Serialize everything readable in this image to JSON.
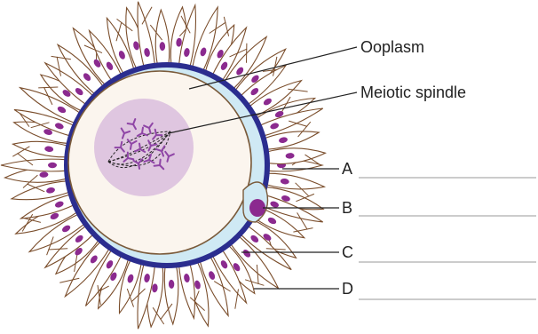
{
  "labels": {
    "ooplasm": "Ooplasm",
    "meiotic_spindle": "Meiotic spindle",
    "a": "A",
    "b": "B",
    "c": "C",
    "d": "D"
  },
  "colors": {
    "cell_outline": "#2b2d8f",
    "zona": "#cfe9f4",
    "ooplasm_fill": "#fbf5ee",
    "nucleus_region": "#ddc3de",
    "polar_body": "#8b2a8f",
    "cell_nucleus": "#8b2a8f",
    "chromosome": "#8f45a6",
    "corona_stroke": "#7a4d2b",
    "leader_line": "#222222",
    "answer_line": "#9a9a9a"
  },
  "icons": {
    "chromosome": "chromosome-icon"
  }
}
